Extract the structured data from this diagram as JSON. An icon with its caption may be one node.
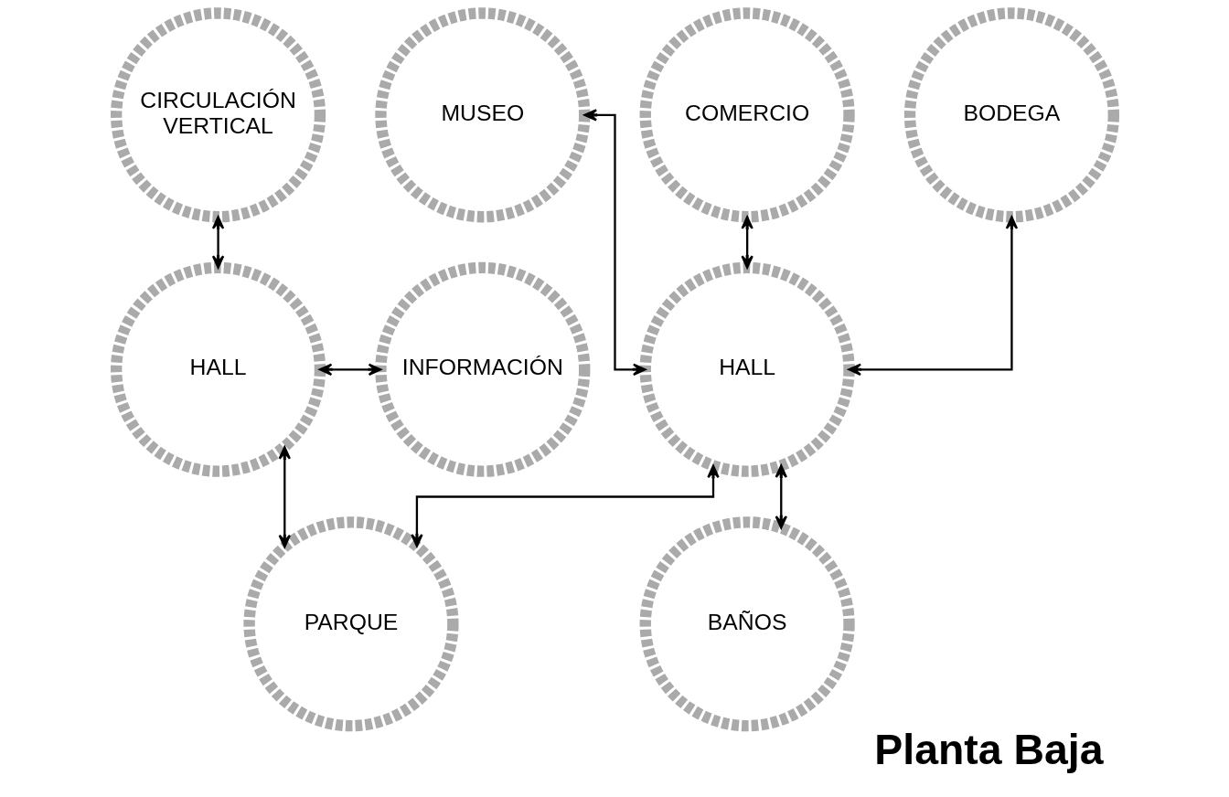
{
  "diagram": {
    "title": "Planta Baja",
    "nodes": [
      {
        "text": [
          "CIRCULACIÓN VERTICAL"
        ]
      },
      {
        "text": [
          "MUSEO"
        ]
      },
      {
        "text": [
          "COMERCIO"
        ]
      },
      {
        "text": [
          "BODEGA"
        ]
      },
      {
        "text": [
          "HALL"
        ]
      },
      {
        "text": [
          "INFORMACIÓN"
        ]
      },
      {
        "text": [
          "HALL"
        ]
      },
      {
        "text": [
          "BAÑOS"
        ]
      },
      {
        "text": [
          "PARQUE"
        ]
      }
    ],
    "edges": [
      {
        "from": 0,
        "to": 4,
        "arrow": "both"
      },
      {
        "from": 4,
        "to": 5,
        "arrow": "both"
      },
      {
        "from": 1,
        "to": 6,
        "arrow": "both"
      },
      {
        "from": 2,
        "to": 6,
        "arrow": "both"
      },
      {
        "from": 3,
        "to": 6,
        "arrow": "both"
      },
      {
        "from": 6,
        "to": 7,
        "arrow": "both"
      },
      {
        "from": 6,
        "to": 8,
        "arrow": "both"
      },
      {
        "from": 4,
        "to": 8,
        "arrow": "both"
      }
    ]
  }
}
